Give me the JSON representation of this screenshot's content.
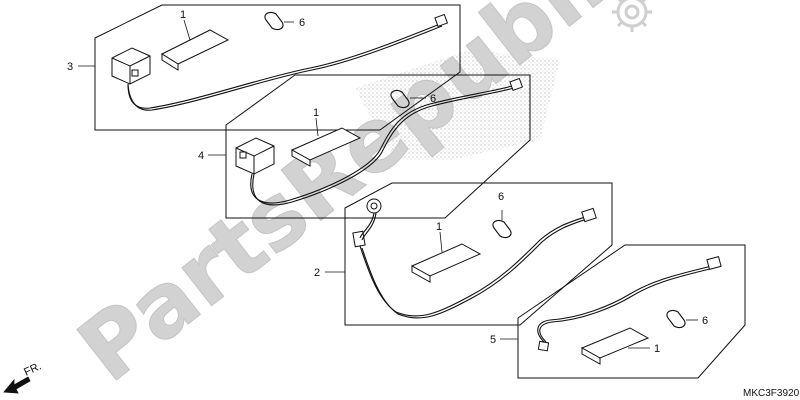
{
  "watermark": {
    "text": "PartsRepublik"
  },
  "diagram_code": "MKC3F3920",
  "direction_label": "FR.",
  "assemblies": [
    {
      "ref": "3",
      "pad_ref": "1",
      "clip_ref": "6"
    },
    {
      "ref": "4",
      "pad_ref": "1",
      "clip_ref": "6"
    },
    {
      "ref": "2",
      "pad_ref": "1",
      "clip_ref": "6"
    },
    {
      "ref": "5",
      "pad_ref": "1",
      "clip_ref": "6"
    }
  ]
}
